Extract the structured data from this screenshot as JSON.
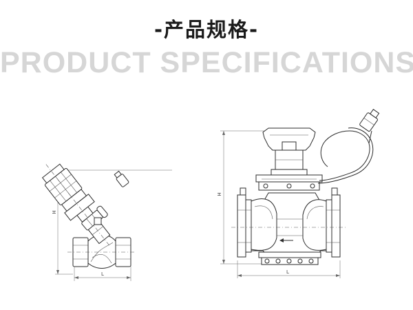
{
  "header": {
    "title_cn": "-产品规格-",
    "title_en": "PRODUCT SPECIFICATIONS"
  },
  "diagram_left": {
    "height_label": "H",
    "length_label": "L"
  },
  "diagram_right": {
    "height_label": "H",
    "length_label": "L"
  }
}
